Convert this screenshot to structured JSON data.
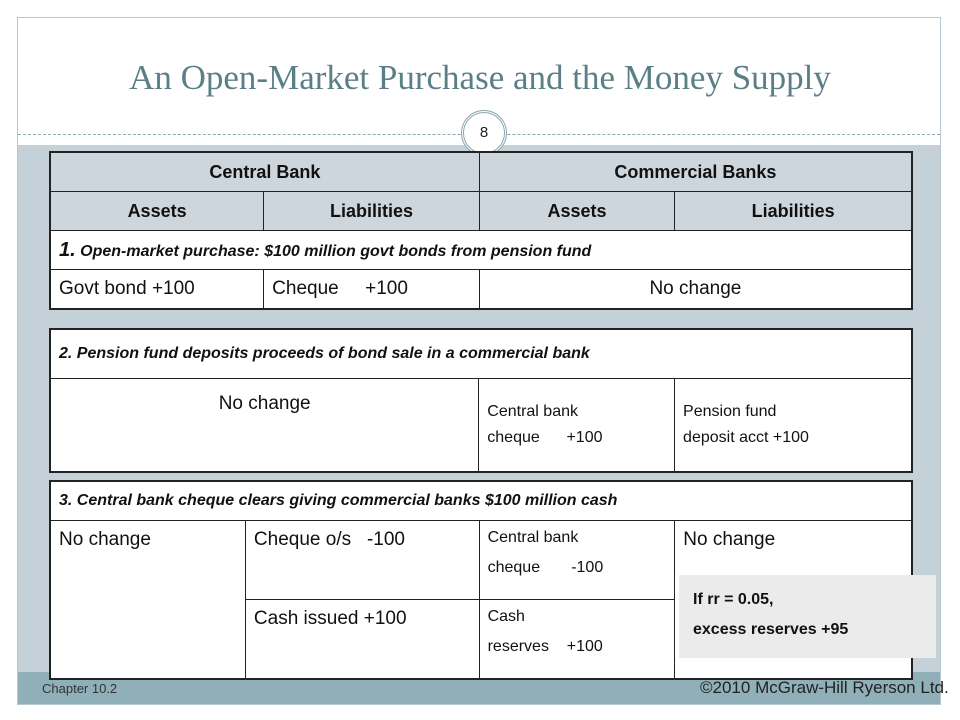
{
  "slide": {
    "title": "An Open-Market Purchase and the Money Supply",
    "page_number": "8",
    "chapter": "Chapter 10.2",
    "copyright": "©2010 McGraw-Hill Ryerson Ltd."
  },
  "table1": {
    "header_central_bank": "Central Bank",
    "header_commercial_banks": "Commercial Banks",
    "col_cb_assets": "Assets",
    "col_cb_liabilities": "Liabilities",
    "col_comm_assets": "Assets",
    "col_comm_liabilities": "Liabilities",
    "step1_num": "1.",
    "step1_text": "Open-market purchase: $100 million govt bonds from pension fund",
    "cb_assets": "Govt bond +100",
    "cb_liabilities": "Cheque     +100",
    "comm": "No change"
  },
  "table2": {
    "step2_text": "2. Pension fund deposits proceeds of bond sale in a commercial bank",
    "cb": "No change",
    "comm_assets_line1": "Central bank",
    "comm_assets_line2": "cheque      +100",
    "comm_liabilities_line1": "Pension fund",
    "comm_liabilities_line2": "deposit acct +100"
  },
  "table3": {
    "step3_text": "3. Central bank cheque clears giving commercial banks $100 million cash",
    "cb_assets": "No change",
    "cb_liab_row1": "Cheque o/s   -100",
    "cb_liab_row2": "Cash issued +100",
    "comm_assets_row1_line1": "Central bank",
    "comm_assets_row1_line2": "cheque       -100",
    "comm_assets_row2_line1": "Cash",
    "comm_assets_row2_line2": "reserves    +100",
    "comm_liabilities": "No change"
  },
  "callout": {
    "line1": "If rr = 0.05,",
    "line2": "excess reserves +95"
  }
}
